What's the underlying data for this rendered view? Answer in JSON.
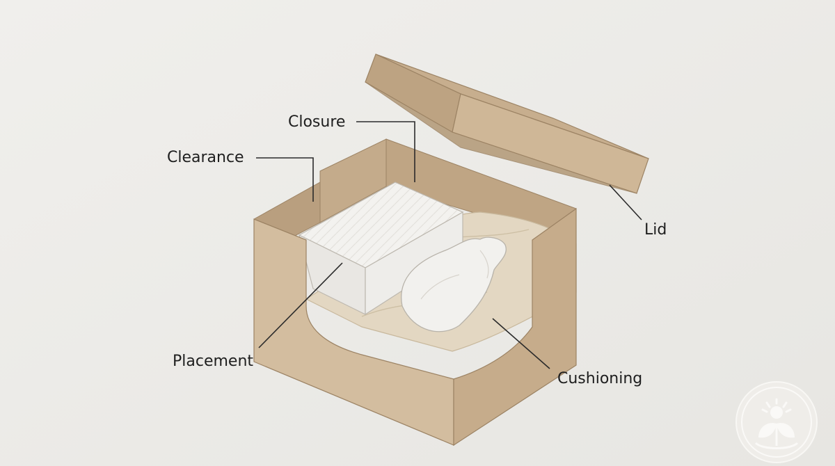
{
  "labels": {
    "closure": "Closure",
    "clearance": "Clearance",
    "lid": "Lid",
    "placement": "Placement",
    "cushioning": "Cushioning"
  },
  "colors": {
    "background": "#ecebe8",
    "cardboard_light": "#d2bda0",
    "cardboard_mid": "#c3aa8a",
    "cardboard_dark": "#b59b7b",
    "cushion": "#e4d9c5",
    "item": "#f4f3f1",
    "logo": "#f7f6f3"
  },
  "icons": {
    "watermark": "sprout-sun-icon"
  }
}
